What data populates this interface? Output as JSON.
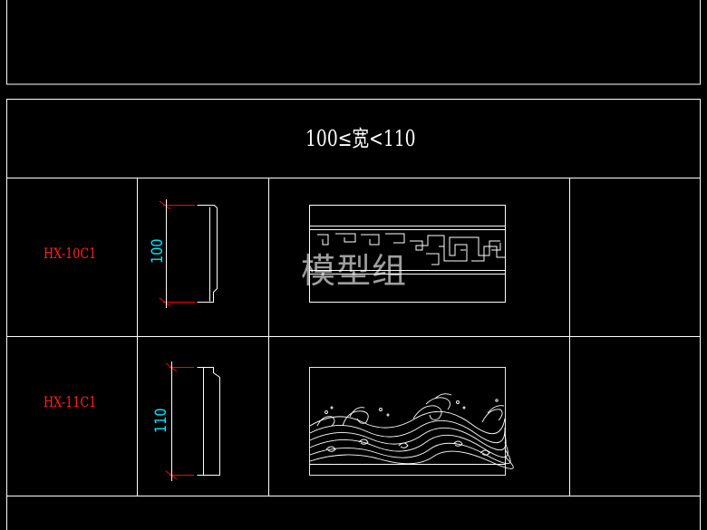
{
  "section": {
    "range_title": "100≤宽<110"
  },
  "rows": [
    {
      "code": "HX-10C1",
      "dimension": "100",
      "pattern": "meander fret band"
    },
    {
      "code": "HX-11C1",
      "dimension": "110",
      "pattern": "sea wave"
    }
  ],
  "watermark": "模型组",
  "colors": {
    "background": "#000000",
    "lines": "#ffffff",
    "code_text": "#ff2020",
    "dimension_text": "#00e5ff",
    "dimension_ticks": "#ff0000"
  }
}
